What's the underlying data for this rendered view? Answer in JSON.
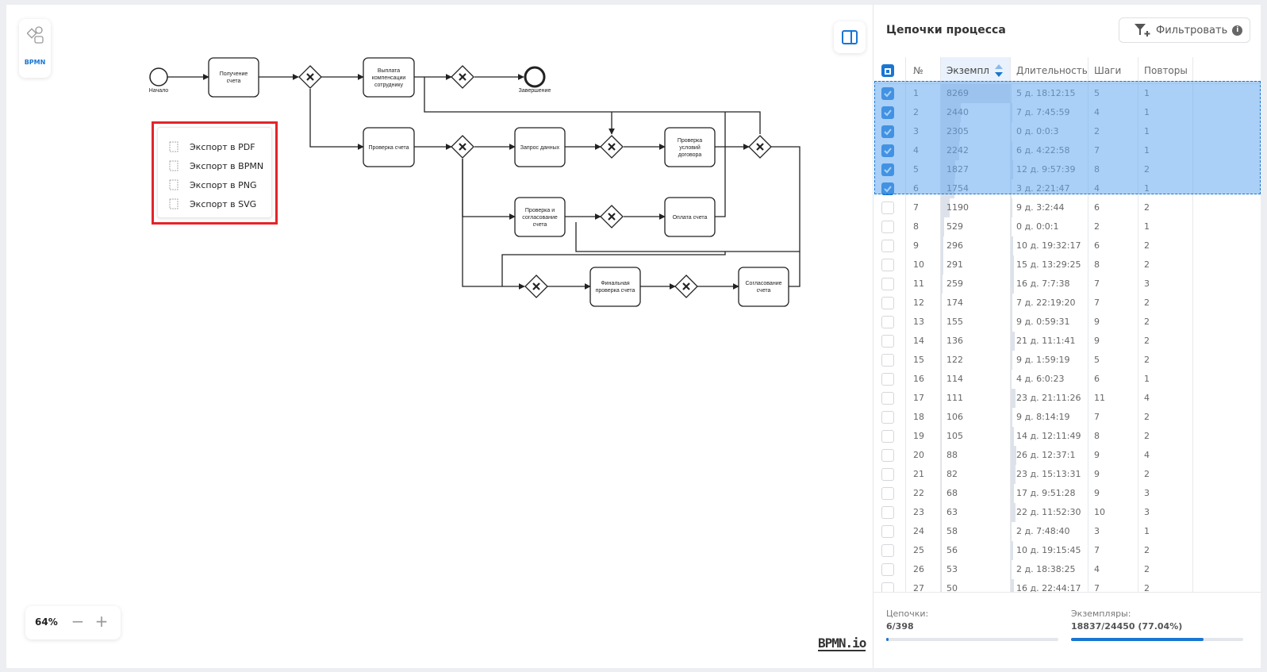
{
  "toolbar": {
    "bpmn_label": "BPMN"
  },
  "zoom": {
    "level": "64%",
    "out": "−",
    "in": "+"
  },
  "watermark": "BPMN.io",
  "export_menu": [
    "Экспорт в PDF",
    "Экспорт в BPMN",
    "Экспорт в PNG",
    "Экспорт в SVG"
  ],
  "diagram": {
    "start": "Начало",
    "end": "Завершение",
    "t1": [
      "Получение",
      "счета"
    ],
    "t2": [
      "Выплата",
      "компенсации",
      "сотруднику"
    ],
    "t3": [
      "Проверка счета"
    ],
    "t4": [
      "Запрос данных"
    ],
    "t5": [
      "Проверка",
      "условий",
      "договора"
    ],
    "t6": [
      "Проверка и",
      "согласование",
      "счета"
    ],
    "t7": [
      "Оплата счета"
    ],
    "t8": [
      "Финальная",
      "проверка счета"
    ],
    "t9": [
      "Согласование",
      "счета"
    ]
  },
  "panel": {
    "title": "Цепочки процесса",
    "filter": "Фильтровать",
    "filter_info": "i",
    "headers": {
      "num": "№",
      "instances": "Экземпл",
      "duration": "Длительность",
      "steps": "Шаги",
      "repeats": "Повторы"
    },
    "rows": [
      {
        "n": "1",
        "inst": "8269",
        "dur": "5 д. 18:12:15",
        "steps": "5",
        "rep": "1",
        "checked": true,
        "bar": 1.0,
        "dbar": 0.3
      },
      {
        "n": "2",
        "inst": "2440",
        "dur": "7 д. 7:45:59",
        "steps": "4",
        "rep": "1",
        "checked": true,
        "bar": 0.3,
        "dbar": 0.35
      },
      {
        "n": "3",
        "inst": "2305",
        "dur": "0 д. 0:0:3",
        "steps": "2",
        "rep": "1",
        "checked": true,
        "bar": 0.28,
        "dbar": 0.03
      },
      {
        "n": "4",
        "inst": "2242",
        "dur": "6 д. 4:22:58",
        "steps": "7",
        "rep": "1",
        "checked": true,
        "bar": 0.27,
        "dbar": 0.33
      },
      {
        "n": "5",
        "inst": "1827",
        "dur": "12 д. 9:57:39",
        "steps": "8",
        "rep": "2",
        "checked": true,
        "bar": 0.22,
        "dbar": 0.5
      },
      {
        "n": "6",
        "inst": "1754",
        "dur": "3 д. 2:21:47",
        "steps": "4",
        "rep": "1",
        "checked": true,
        "bar": 0.21,
        "dbar": 0.2
      },
      {
        "n": "7",
        "inst": "1190",
        "dur": "9 д. 3:2:44",
        "steps": "6",
        "rep": "2",
        "checked": false,
        "bar": 0.14,
        "dbar": 0.4
      },
      {
        "n": "8",
        "inst": "529",
        "dur": "0 д. 0:0:1",
        "steps": "2",
        "rep": "1",
        "checked": false,
        "bar": 0.06,
        "dbar": 0.03
      },
      {
        "n": "9",
        "inst": "296",
        "dur": "10 д. 19:32:17",
        "steps": "6",
        "rep": "2",
        "checked": false,
        "bar": 0.04,
        "dbar": 0.45
      },
      {
        "n": "10",
        "inst": "291",
        "dur": "15 д. 13:29:25",
        "steps": "8",
        "rep": "2",
        "checked": false,
        "bar": 0.04,
        "dbar": 0.6
      },
      {
        "n": "11",
        "inst": "259",
        "dur": "16 д. 7:7:38",
        "steps": "7",
        "rep": "3",
        "checked": false,
        "bar": 0.03,
        "dbar": 0.62
      },
      {
        "n": "12",
        "inst": "174",
        "dur": "7 д. 22:19:20",
        "steps": "7",
        "rep": "2",
        "checked": false,
        "bar": 0.02,
        "dbar": 0.36
      },
      {
        "n": "13",
        "inst": "155",
        "dur": "9 д. 0:59:31",
        "steps": "9",
        "rep": "2",
        "checked": false,
        "bar": 0.02,
        "dbar": 0.4
      },
      {
        "n": "14",
        "inst": "136",
        "dur": "21 д. 11:1:41",
        "steps": "9",
        "rep": "2",
        "checked": false,
        "bar": 0.02,
        "dbar": 0.8
      },
      {
        "n": "15",
        "inst": "122",
        "dur": "9 д. 1:59:19",
        "steps": "5",
        "rep": "2",
        "checked": false,
        "bar": 0.01,
        "dbar": 0.4
      },
      {
        "n": "16",
        "inst": "114",
        "dur": "4 д. 6:0:23",
        "steps": "6",
        "rep": "1",
        "checked": false,
        "bar": 0.01,
        "dbar": 0.25
      },
      {
        "n": "17",
        "inst": "111",
        "dur": "23 д. 21:11:26",
        "steps": "11",
        "rep": "4",
        "checked": false,
        "bar": 0.01,
        "dbar": 0.9
      },
      {
        "n": "18",
        "inst": "106",
        "dur": "9 д. 8:14:19",
        "steps": "7",
        "rep": "2",
        "checked": false,
        "bar": 0.01,
        "dbar": 0.4
      },
      {
        "n": "19",
        "inst": "105",
        "dur": "14 д. 12:11:49",
        "steps": "8",
        "rep": "2",
        "checked": false,
        "bar": 0.01,
        "dbar": 0.58
      },
      {
        "n": "20",
        "inst": "88",
        "dur": "26 д. 12:37:1",
        "steps": "9",
        "rep": "4",
        "checked": false,
        "bar": 0.01,
        "dbar": 1.0
      },
      {
        "n": "21",
        "inst": "82",
        "dur": "23 д. 15:13:31",
        "steps": "9",
        "rep": "2",
        "checked": false,
        "bar": 0.01,
        "dbar": 0.9
      },
      {
        "n": "22",
        "inst": "68",
        "dur": "17 д. 9:51:28",
        "steps": "9",
        "rep": "3",
        "checked": false,
        "bar": 0.01,
        "dbar": 0.66
      },
      {
        "n": "23",
        "inst": "63",
        "dur": "22 д. 11:52:30",
        "steps": "10",
        "rep": "3",
        "checked": false,
        "bar": 0.01,
        "dbar": 0.85
      },
      {
        "n": "24",
        "inst": "58",
        "dur": "2 д. 7:48:40",
        "steps": "3",
        "rep": "1",
        "checked": false,
        "bar": 0.01,
        "dbar": 0.15
      },
      {
        "n": "25",
        "inst": "56",
        "dur": "10 д. 19:15:45",
        "steps": "7",
        "rep": "2",
        "checked": false,
        "bar": 0.01,
        "dbar": 0.45
      },
      {
        "n": "26",
        "inst": "53",
        "dur": "2 д. 18:38:25",
        "steps": "4",
        "rep": "2",
        "checked": false,
        "bar": 0.01,
        "dbar": 0.16
      },
      {
        "n": "27",
        "inst": "50",
        "dur": "16 д. 22:44:17",
        "steps": "7",
        "rep": "2",
        "checked": false,
        "bar": 0.01,
        "dbar": 0.64
      }
    ],
    "footer": {
      "chains_label": "Цепочки:",
      "chains_value": "6/398",
      "chains_fraction": 0.015,
      "instances_label": "Экземпляры:",
      "instances_value": "18837/24450 (77.04%)",
      "instances_fraction": 0.7704
    }
  },
  "colors": {
    "accent": "#1976d2",
    "highlight": "#e3242b"
  }
}
